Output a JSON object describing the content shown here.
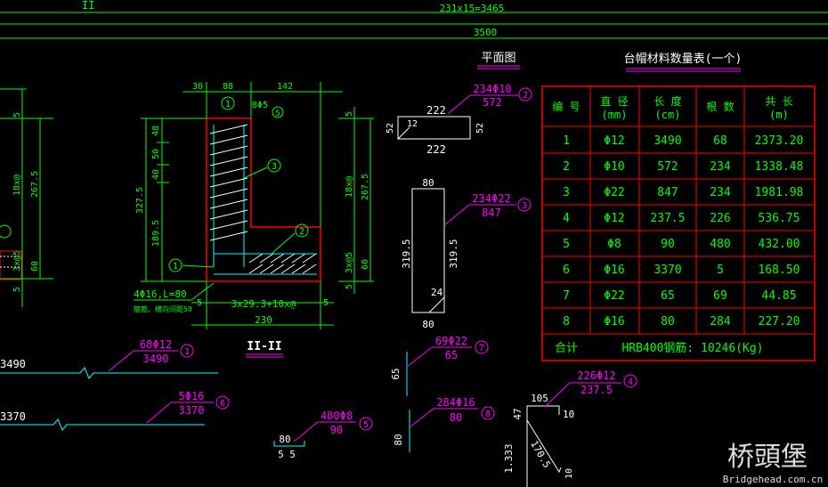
{
  "top": {
    "dim_top": "231x15=3465",
    "dim_total": "3500",
    "mark": "II"
  },
  "plan": {
    "title": "平面图"
  },
  "section": {
    "title": "II-II",
    "dims_top": [
      "30",
      "88",
      "142"
    ],
    "dims_left": [
      "48",
      "50",
      "40",
      "189.5",
      "327.5"
    ],
    "dims_right_a": [
      "5",
      "18x@",
      "3x@5",
      "5"
    ],
    "dim_267": "267.5",
    "dim_60": "60",
    "bottom_dims": [
      "5",
      "3x29.3+10x@",
      "5"
    ],
    "width": "230",
    "callout_bar": "8Φ5",
    "note_line1": "4Φ16,L=80",
    "note_line2": "箍筋、横向间距50",
    "circles": [
      "1",
      "3",
      "2",
      "1",
      "5"
    ]
  },
  "left_partial": {
    "dims": [
      "5",
      "18x@",
      "267.5",
      "3x@5",
      "60",
      "5"
    ]
  },
  "shapes": {
    "s2": {
      "label": "234Φ10",
      "len": "572",
      "num": "2",
      "w_top": "222",
      "w_bot": "222",
      "side_left": "52",
      "side_right": "52",
      "hook": "12"
    },
    "s3": {
      "label": "234Φ22",
      "len": "847",
      "num": "3",
      "top": "80",
      "left": "319.5",
      "right": "319.5",
      "bottom": "80",
      "hook": "24"
    },
    "s1": {
      "label": "68Φ12",
      "len": "3490",
      "num": "1",
      "bar": "3490"
    },
    "s6": {
      "label": "5Φ16",
      "len": "3370",
      "num": "6",
      "bar": "3370"
    },
    "s7": {
      "label": "69Φ22",
      "len": "65",
      "num": "7",
      "side": "65"
    },
    "s5": {
      "label": "480Φ8",
      "len": "90",
      "num": "5",
      "w": "80",
      "legs": "5  5"
    },
    "s8": {
      "label": "284Φ16",
      "len": "80",
      "num": "8",
      "side": "80"
    },
    "s4": {
      "label": "226Φ12",
      "len": "237.5",
      "num": "4",
      "top": "105",
      "left": "47",
      "hook": "10",
      "diag": "170.5",
      "vert": "1.333",
      "hook2": "10"
    }
  },
  "table": {
    "title": "台帽材料数量表(一个)",
    "headers": [
      "编 号",
      "直 径\n(mm)",
      "长 度\n(cm)",
      "根 数",
      "共 长\n(m)"
    ],
    "rows": [
      [
        "1",
        "Φ12",
        "3490",
        "68",
        "2373.20"
      ],
      [
        "2",
        "Φ10",
        "572",
        "234",
        "1338.48"
      ],
      [
        "3",
        "Φ22",
        "847",
        "234",
        "1981.98"
      ],
      [
        "4",
        "Φ12",
        "237.5",
        "226",
        "536.75"
      ],
      [
        "5",
        "Φ8",
        "90",
        "480",
        "432.00"
      ],
      [
        "6",
        "Φ16",
        "3370",
        "5",
        "168.50"
      ],
      [
        "7",
        "Φ22",
        "65",
        "69",
        "44.85"
      ],
      [
        "8",
        "Φ16",
        "80",
        "284",
        "227.20"
      ]
    ],
    "total_label": "合计",
    "total_value": "HRB400钢筋: 10246(Kg)"
  },
  "watermark": {
    "text": "桥頭堡",
    "url": "Bridgehead.com.cn"
  },
  "colors": {
    "background": "#000000",
    "dim": "#00ff00",
    "label": "#ff00ff",
    "structure": "#ffffff",
    "table_border": "#ff0000",
    "leader": "#00ffff"
  }
}
